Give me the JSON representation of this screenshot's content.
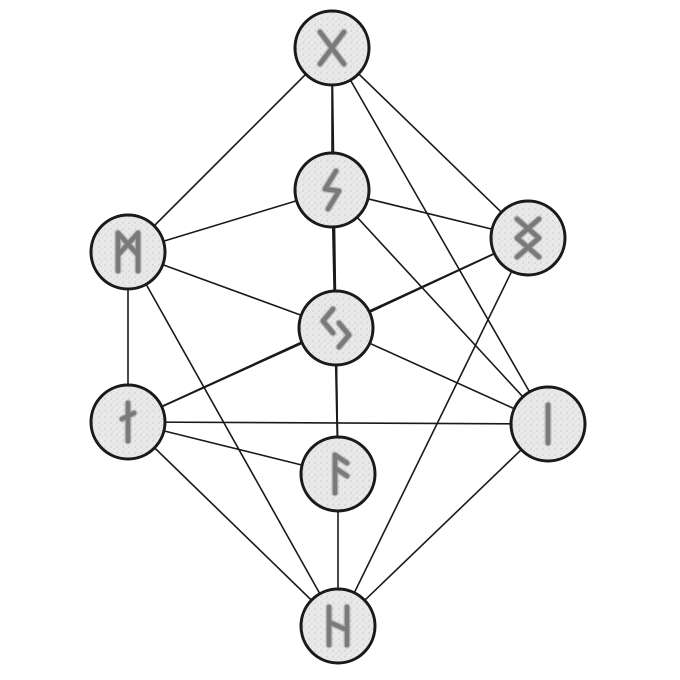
{
  "diagram": {
    "nodes": [
      {
        "id": "gebo",
        "icon": "gebo-rune-icon"
      },
      {
        "id": "sowilo",
        "icon": "sowilo-rune-icon"
      },
      {
        "id": "mannaz",
        "icon": "mannaz-rune-icon"
      },
      {
        "id": "ingwaz",
        "icon": "ingwaz-rune-icon"
      },
      {
        "id": "jera",
        "icon": "jera-rune-icon"
      },
      {
        "id": "ansuz",
        "icon": "ansuz-rune-icon"
      },
      {
        "id": "isa",
        "icon": "isa-rune-icon"
      },
      {
        "id": "eihwaz",
        "icon": "eihwaz-rune-icon"
      },
      {
        "id": "hagalaz",
        "icon": "hagalaz-rune-icon"
      }
    ],
    "edges": [
      [
        "gebo",
        "sowilo"
      ],
      [
        "gebo",
        "mannaz"
      ],
      [
        "gebo",
        "ingwaz"
      ],
      [
        "gebo",
        "ansuz"
      ],
      [
        "gebo",
        "isa"
      ],
      [
        "sowilo",
        "mannaz"
      ],
      [
        "sowilo",
        "ingwaz"
      ],
      [
        "sowilo",
        "jera"
      ],
      [
        "sowilo",
        "ansuz"
      ],
      [
        "sowilo",
        "isa"
      ],
      [
        "mannaz",
        "jera"
      ],
      [
        "mannaz",
        "eihwaz"
      ],
      [
        "mannaz",
        "hagalaz"
      ],
      [
        "ingwaz",
        "jera"
      ],
      [
        "ingwaz",
        "eihwaz"
      ],
      [
        "ingwaz",
        "hagalaz"
      ],
      [
        "jera",
        "ansuz"
      ],
      [
        "jera",
        "isa"
      ],
      [
        "jera",
        "eihwaz"
      ],
      [
        "ansuz",
        "eihwaz"
      ],
      [
        "ansuz",
        "hagalaz"
      ],
      [
        "isa",
        "eihwaz"
      ],
      [
        "isa",
        "hagalaz"
      ],
      [
        "eihwaz",
        "hagalaz"
      ]
    ],
    "colors": {
      "line": "#1a1a1a",
      "node_fill": "#e6e6e6",
      "glyph": "#7a7a7a"
    }
  }
}
